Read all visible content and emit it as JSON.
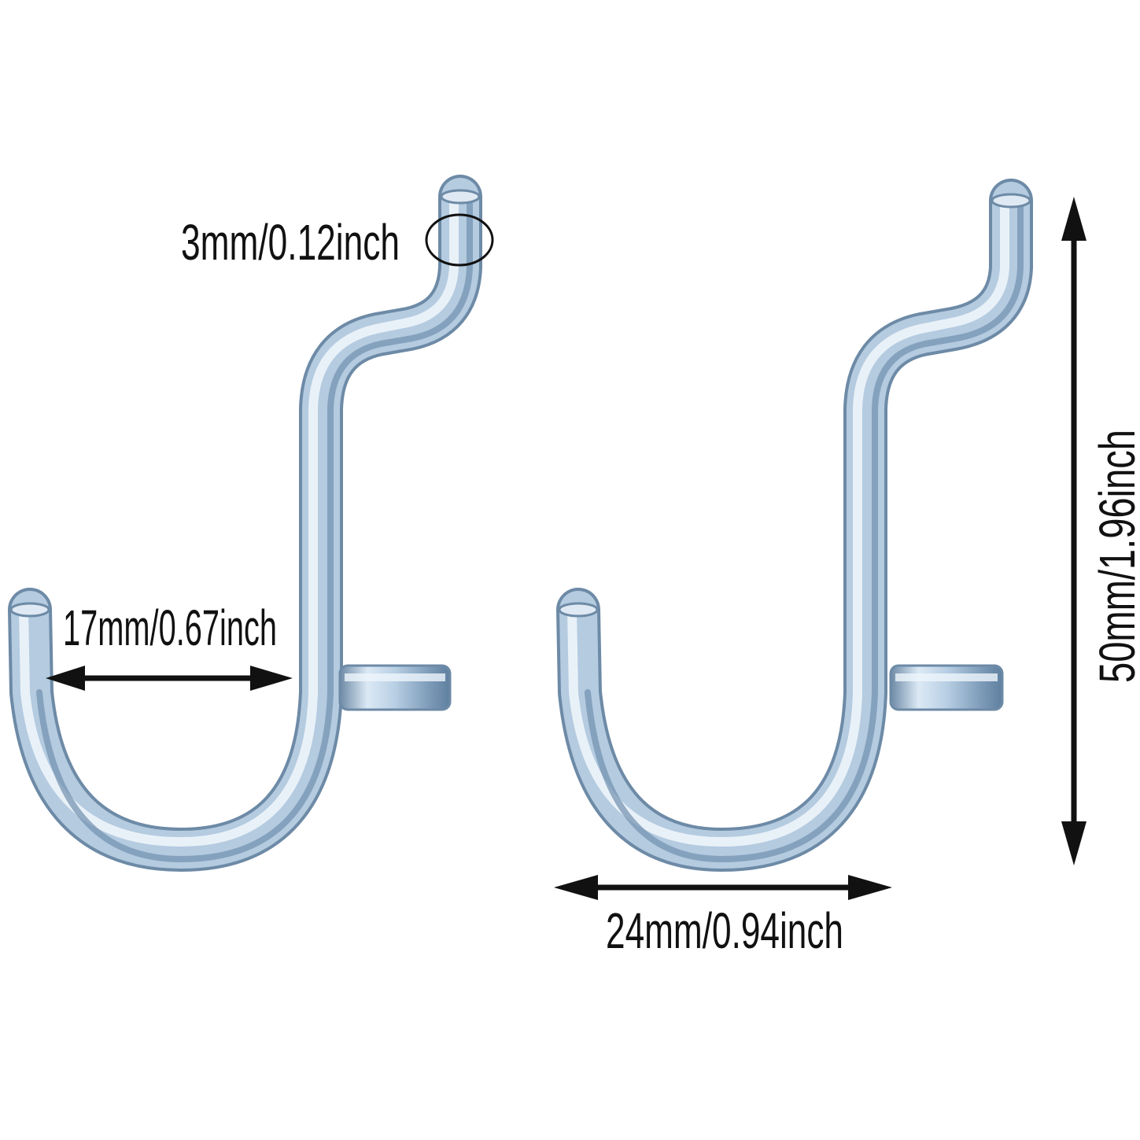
{
  "dimensions": {
    "wire_diameter": "3mm/0.12inch",
    "hook_opening": "17mm/0.67inch",
    "overall_width": "24mm/0.94inch",
    "overall_height": "50mm/1.96inch"
  },
  "colors": {
    "background": "#ffffff",
    "arrow": "#111111",
    "text": "#111111",
    "metal_light": "#eef4fa",
    "metal_mid": "#a9c3dd",
    "metal_dark": "#5f7f9f",
    "metal_outline": "#6d8aa6"
  }
}
